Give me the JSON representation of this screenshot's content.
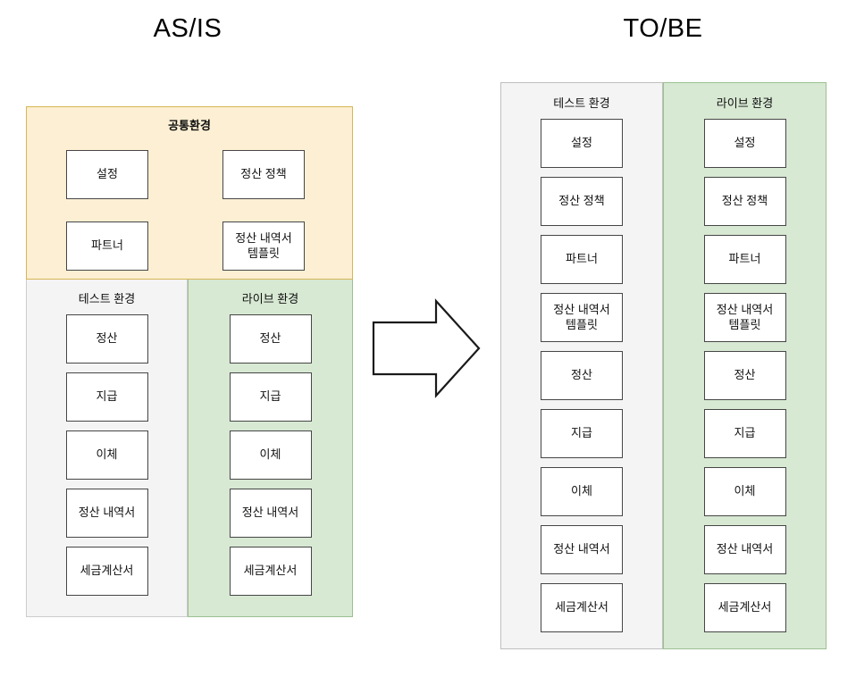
{
  "diagram": {
    "type": "architecture-comparison",
    "sections": [
      {
        "id": "as_is",
        "title": "AS/IS",
        "panels": [
          {
            "id": "common_environment",
            "label": "공통환경",
            "color": "#FCEFD3",
            "border_color": "#D6B656",
            "layout": "grid-2x2",
            "nodes": [
              "설정",
              "정산 정책",
              "파트너",
              "정산 내역서\n템플릿"
            ]
          },
          {
            "id": "test_environment",
            "label": "테스트 환경",
            "color": "#F4F4F4",
            "border_color": "#CCCCCC",
            "layout": "stack",
            "nodes": [
              "정산",
              "지급",
              "이체",
              "정산 내역서",
              "세금계산서"
            ]
          },
          {
            "id": "live_environment",
            "label": "라이브 환경",
            "color": "#D7E8D3",
            "border_color": "#9CC092",
            "layout": "stack",
            "nodes": [
              "정산",
              "지급",
              "이체",
              "정산 내역서",
              "세금계산서"
            ]
          }
        ]
      },
      {
        "id": "to_be",
        "title": "TO/BE",
        "panels": [
          {
            "id": "test_environment",
            "label": "테스트 환경",
            "color": "#F4F4F4",
            "border_color": "#BFBFBF",
            "layout": "stack",
            "nodes": [
              "설정",
              "정산 정책",
              "파트너",
              "정산 내역서\n템플릿",
              "정산",
              "지급",
              "이체",
              "정산 내역서",
              "세금계산서"
            ]
          },
          {
            "id": "live_environment",
            "label": "라이브 환경",
            "color": "#D7E8D3",
            "border_color": "#9CC092",
            "layout": "stack",
            "nodes": [
              "설정",
              "정산 정책",
              "파트너",
              "정산 내역서\n템플릿",
              "정산",
              "지급",
              "이체",
              "정산 내역서",
              "세금계산서"
            ]
          }
        ]
      }
    ],
    "connector": {
      "name": "right-arrow",
      "direction": "right",
      "fill": "#FFFFFF",
      "stroke": "#1A1A1A"
    }
  }
}
